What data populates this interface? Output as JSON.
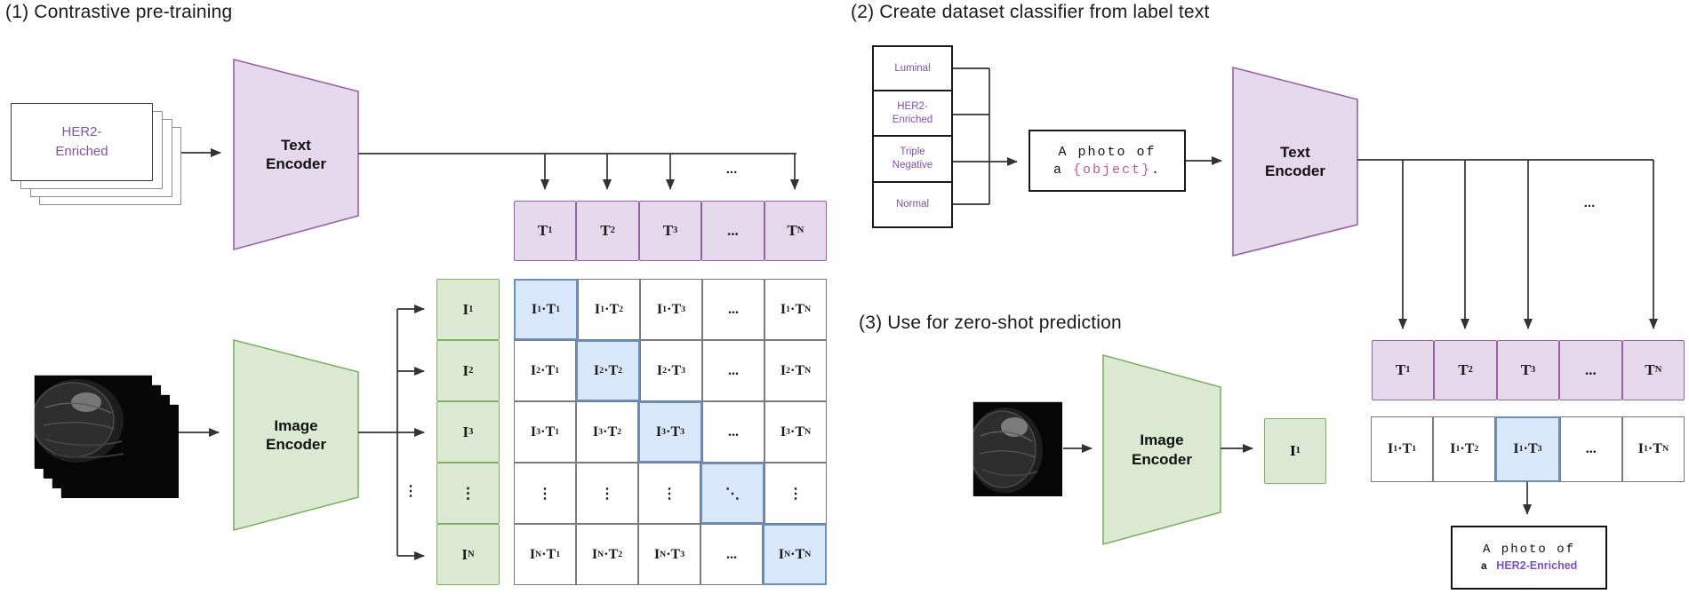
{
  "colors": {
    "line": "#333333",
    "grid_border": "#7b7b7b",
    "purple_fill": "#e6d9ec",
    "purple_border": "#9563a5",
    "green_fill": "#dcead4",
    "green_border": "#7fb065",
    "blue_fill": "#dae8fc",
    "blue_border": "#6c8ebf",
    "label_purple": "#8153a7",
    "object_pink": "#bd5b8e",
    "result_purple": "#7a52c0",
    "title_color": "#1a1a1a"
  },
  "p1": {
    "title": "(1) Contrastive pre-training",
    "card_label": [
      "HER2-",
      "Enriched"
    ],
    "text_encoder": [
      "Text",
      "Encoder"
    ],
    "image_encoder": [
      "Image",
      "Encoder"
    ],
    "dots_top": "...",
    "dots_branch": "⋮",
    "t_cells": [
      "T_1",
      "T_2",
      "T_3",
      "...",
      "T_N"
    ],
    "i_cells": [
      "I_1",
      "I_2",
      "I_3",
      "⋮",
      "I_N"
    ],
    "matrix": [
      [
        "I_1·T_1",
        "I_1·T_2",
        "I_1·T_3",
        "...",
        "I_1·T_N"
      ],
      [
        "I_2·T_1",
        "I_2·T_2",
        "I_2·T_3",
        "...",
        "I_2·T_N"
      ],
      [
        "I_3·T_1",
        "I_3·T_2",
        "I_3·T_3",
        "...",
        "I_3·T_N"
      ],
      [
        "⋮",
        "⋮",
        "⋮",
        "⋱",
        "⋮"
      ],
      [
        "I_N·T_1",
        "I_N·T_2",
        "I_N·T_3",
        "...",
        "I_N·T_N"
      ]
    ]
  },
  "p2": {
    "title": "(2) Create dataset classifier from label text",
    "class_labels": [
      [
        "Luminal"
      ],
      [
        "HER2-",
        "Enriched"
      ],
      [
        "Triple",
        "Negative"
      ],
      [
        "Normal"
      ]
    ],
    "prompt": {
      "line1": "A photo of",
      "prefix": "a ",
      "object": "{object}",
      "suffix": "."
    },
    "text_encoder": [
      "Text",
      "Encoder"
    ],
    "dots": "..."
  },
  "p3": {
    "title": "(3) Use for zero-shot prediction",
    "image_encoder": [
      "Image",
      "Encoder"
    ],
    "i_cell": "I_1",
    "t_cells": [
      "T_1",
      "T_2",
      "T_3",
      "...",
      "T_N"
    ],
    "row_cells": [
      "I_1·T_1",
      "I_1·T_2",
      "I_1·T_3",
      "...",
      "I_1·T_N"
    ],
    "result": {
      "line1": "A photo of",
      "prefix": "a",
      "label": "HER2-Enriched"
    }
  }
}
